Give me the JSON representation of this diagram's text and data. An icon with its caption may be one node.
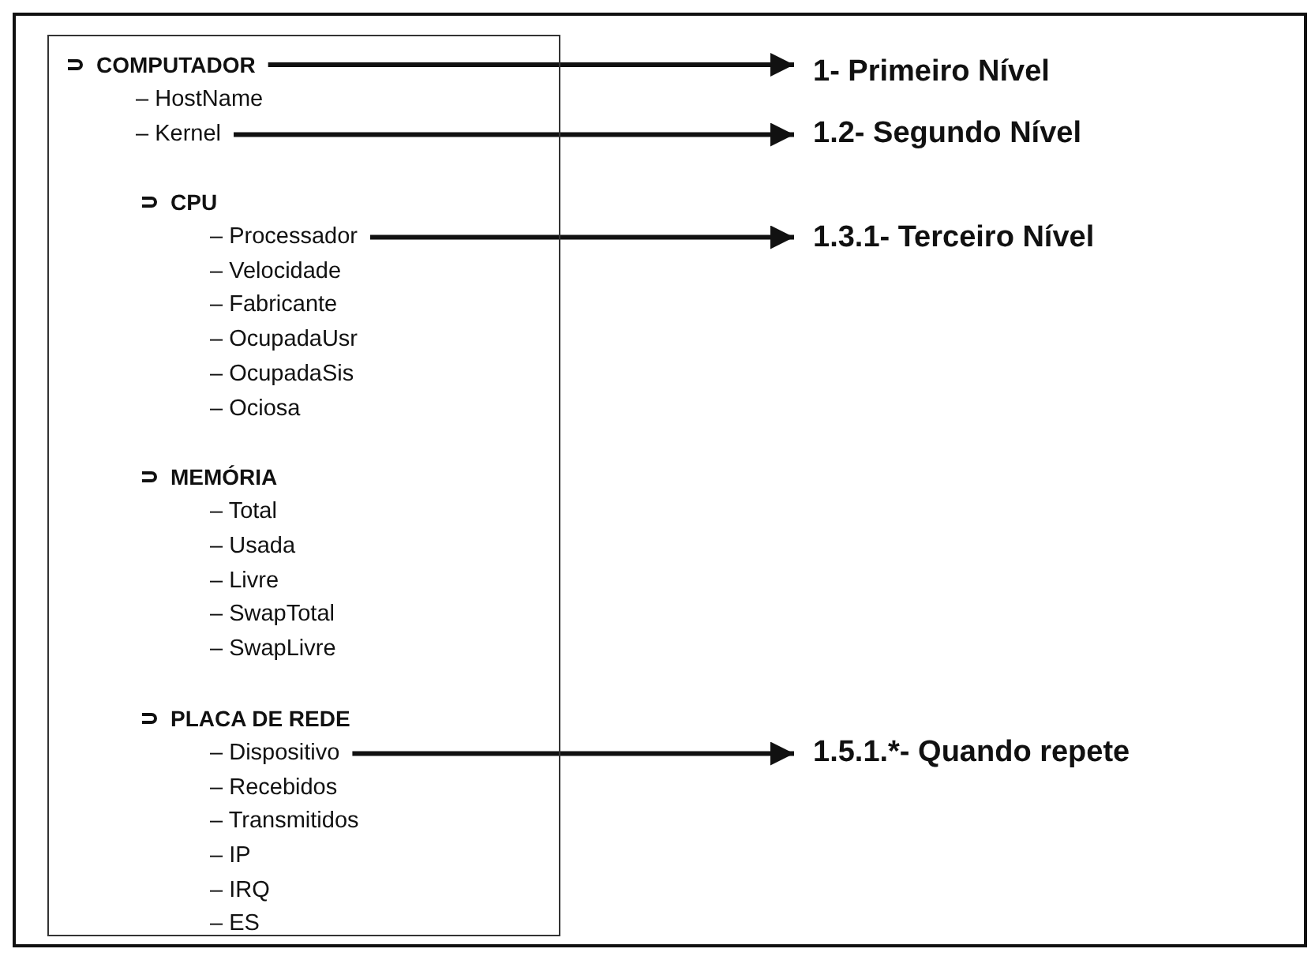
{
  "diagram": {
    "nodes": [
      {
        "text": [],
        "shape": "box"
      },
      {
        "text": [
          "COMPUTADOR"
        ],
        "in": 0
      },
      {
        "text": [
          "– HostName"
        ],
        "in": 0
      },
      {
        "text": [
          "– Kernel"
        ],
        "in": 0
      },
      {
        "text": [
          "CPU"
        ],
        "in": 0
      },
      {
        "text": [
          "– Processador"
        ],
        "in": 0
      },
      {
        "text": [
          "– Velocidade"
        ],
        "in": 0
      },
      {
        "text": [
          "– Fabricante"
        ],
        "in": 0
      },
      {
        "text": [
          "– OcupadaUsr"
        ],
        "in": 0
      },
      {
        "text": [
          "– OcupadaSis"
        ],
        "in": 0
      },
      {
        "text": [
          "– Ociosa"
        ],
        "in": 0
      },
      {
        "text": [
          "MEMÓRIA"
        ],
        "in": 0
      },
      {
        "text": [
          "– Total"
        ],
        "in": 0
      },
      {
        "text": [
          "– Usada"
        ],
        "in": 0
      },
      {
        "text": [
          "– Livre"
        ],
        "in": 0
      },
      {
        "text": [
          "– SwapTotal"
        ],
        "in": 0
      },
      {
        "text": [
          "– SwapLivre"
        ],
        "in": 0
      },
      {
        "text": [
          "PLACA DE REDE"
        ],
        "in": 0
      },
      {
        "text": [
          "– Dispositivo"
        ],
        "in": 0
      },
      {
        "text": [
          "– Recebidos"
        ],
        "in": 0
      },
      {
        "text": [
          "– Transmitidos"
        ],
        "in": 0
      },
      {
        "text": [
          "– IP"
        ],
        "in": 0
      },
      {
        "text": [
          "– IRQ"
        ],
        "in": 0
      },
      {
        "text": [
          "– ES"
        ],
        "in": 0
      },
      {
        "text": [
          "1- Primeiro Nível"
        ]
      },
      {
        "text": [
          "1.2- Segundo Nível"
        ]
      },
      {
        "text": [
          "1.3.1- Terceiro Nível"
        ]
      },
      {
        "text": [
          "1.5.1.*- Quando repete"
        ]
      }
    ],
    "edges": [
      {
        "from": 1,
        "to": 24,
        "arrow": "to"
      },
      {
        "from": 3,
        "to": 25,
        "arrow": "to"
      },
      {
        "from": 5,
        "to": 26,
        "arrow": "to"
      },
      {
        "from": 18,
        "to": 27,
        "arrow": "to"
      }
    ]
  }
}
